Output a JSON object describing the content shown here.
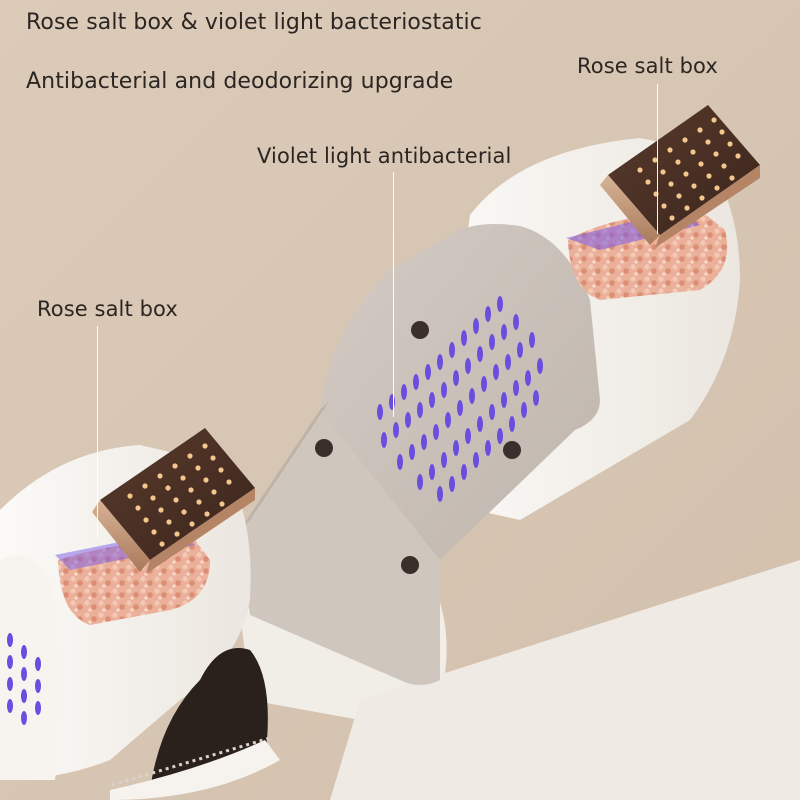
{
  "headline": "Rose salt box & violet light bacteriostatic",
  "subheadline": "Antibacterial and deodorizing upgrade",
  "callouts": {
    "rose_salt_box_right": "Rose salt box",
    "violet_light": "Violet light antibacterial",
    "rose_salt_box_left": "Rose salt box"
  },
  "colors": {
    "background": "#d8c7b5",
    "device_white": "#f4f1ec",
    "panel_grey": "#c9c0b8",
    "violet_light": "#6a4ee0",
    "salt_pink": "#e9a48a",
    "rose_gold": "#c7987a"
  }
}
